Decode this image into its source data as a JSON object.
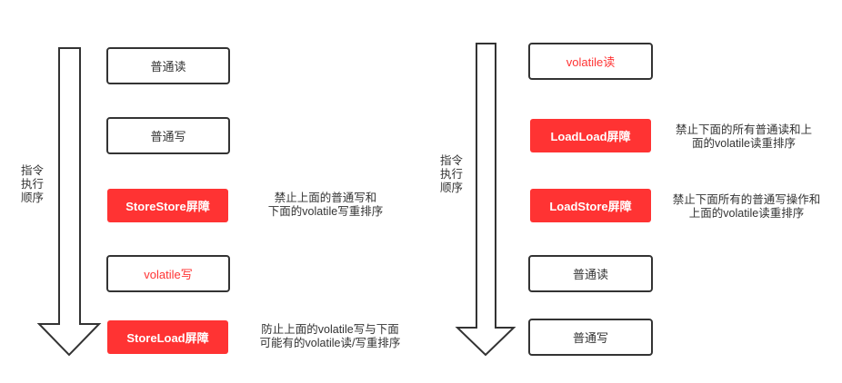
{
  "colors": {
    "barrier": "#ff3333",
    "volatile_text": "#ff3333",
    "border": "#333333"
  },
  "left": {
    "axis_label": [
      "指令",
      "执行",
      "顺序"
    ],
    "boxes": [
      "普通读",
      "普通写",
      "StoreStore屏障",
      "volatile写",
      "StoreLoad屏障"
    ],
    "descriptions": [
      [
        "禁止上面的普通写和",
        "下面的volatile写重排序"
      ],
      [
        "防止上面的volatile写与下面",
        "可能有的volatile读/写重排序"
      ]
    ]
  },
  "right": {
    "axis_label": [
      "指令",
      "执行",
      "顺序"
    ],
    "boxes": [
      "volatile读",
      "LoadLoad屏障",
      "LoadStore屏障",
      "普通读",
      "普通写"
    ],
    "descriptions": [
      [
        "禁止下面的所有普通读和上",
        "面的volatile读重排序"
      ],
      [
        "禁止下面所有的普通写操作和",
        "上面的volatile读重排序"
      ]
    ]
  }
}
